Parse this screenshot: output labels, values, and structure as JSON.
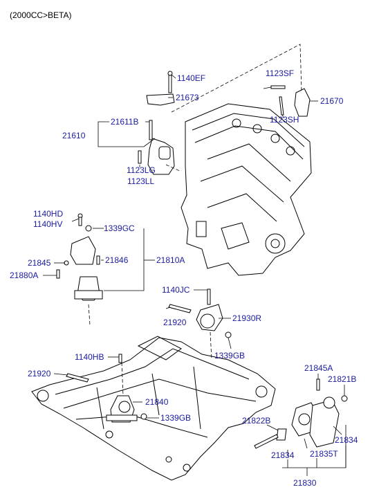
{
  "header": {
    "variant": "(2000CC>BETA)"
  },
  "colors": {
    "label": "#1a1aa0",
    "line": "#000000",
    "background": "#ffffff"
  },
  "callouts": {
    "c1140EF": "1140EF",
    "c21673": "21673",
    "c1123SF": "1123SF",
    "c21670": "21670",
    "c1123SH": "1123SH",
    "c21611B": "21611B",
    "c21610": "21610",
    "c1123LG": "1123LG",
    "c1123LL": "1123LL",
    "c1140HD": "1140HD",
    "c1140HV": "1140HV",
    "c1339GC": "1339GC",
    "c21845": "21845",
    "c21846": "21846",
    "c21810A": "21810A",
    "c21880A": "21880A",
    "c1140JC": "1140JC",
    "c21920a": "21920",
    "c21930R": "21930R",
    "c1339GBa": "1339GB",
    "c1140HB": "1140HB",
    "c21920b": "21920",
    "c21840": "21840",
    "c1339GBb": "1339GB",
    "c21845A": "21845A",
    "c21821B": "21821B",
    "c21822B": "21822B",
    "c21834a": "21834",
    "c21834b": "21834",
    "c21835T": "21835T",
    "c21830": "21830"
  }
}
